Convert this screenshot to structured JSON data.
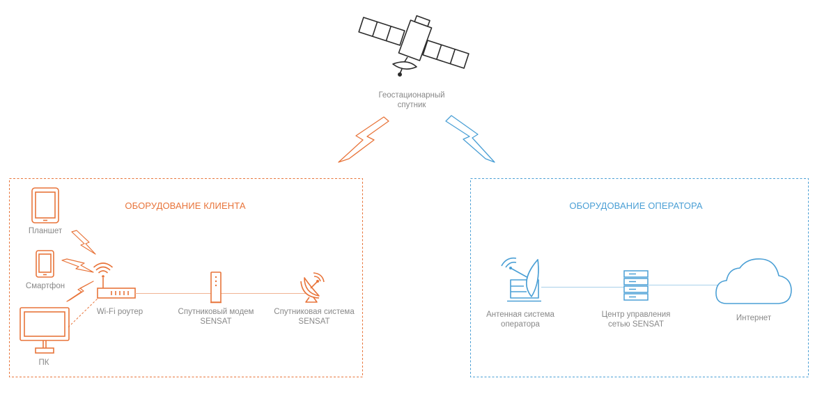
{
  "colors": {
    "client": "#e8743a",
    "operator": "#4a9fd5",
    "satellite": "#2b2b2b",
    "label": "#888888"
  },
  "satellite": {
    "label_line1": "Геостационарный",
    "label_line2": "спутник",
    "icon": "satellite-icon"
  },
  "client": {
    "title": "ОБОРУДОВАНИЕ КЛИЕНТА",
    "tablet": {
      "label": "Планшет",
      "icon": "tablet-icon"
    },
    "smartphone": {
      "label": "Смартфон",
      "icon": "smartphone-icon"
    },
    "pc": {
      "label": "ПК",
      "icon": "monitor-icon"
    },
    "router": {
      "label": "Wi-Fi роутер",
      "icon": "wifi-router-icon"
    },
    "modem": {
      "label_line1": "Спутниковый модем",
      "label_line2": "SENSAT",
      "icon": "modem-icon"
    },
    "dish": {
      "label_line1": "Спутниковая система",
      "label_line2": "SENSAT",
      "icon": "satellite-dish-icon"
    }
  },
  "operator": {
    "title": "ОБОРУДОВАНИЕ ОПЕРАТОРА",
    "antenna": {
      "label_line1": "Антенная система",
      "label_line2": "оператора",
      "icon": "antenna-icon"
    },
    "nms": {
      "label_line1": "Центр управления",
      "label_line2": "сетью SENSAT",
      "icon": "server-icon"
    },
    "internet": {
      "label": "Интернет",
      "icon": "cloud-icon"
    }
  }
}
